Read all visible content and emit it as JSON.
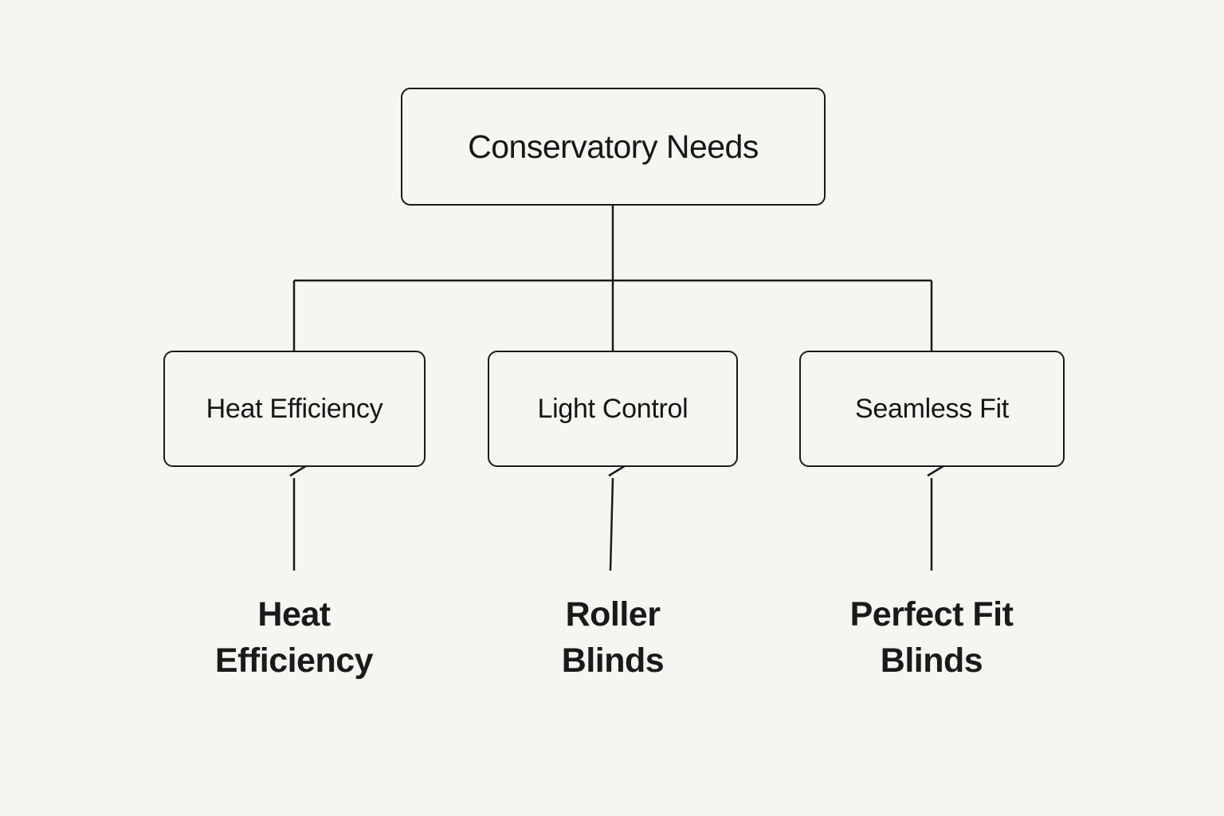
{
  "canvas": {
    "background_color": "#f7f5f2",
    "line_color": "#1b1b1b",
    "text_color": "#161616"
  },
  "diagram": {
    "type": "tree-flowchart",
    "root": {
      "label": "Conservatory Needs"
    },
    "branches": [
      {
        "label": "Heat Efficiency"
      },
      {
        "label": "Light Control"
      },
      {
        "label": "Seamless Fit"
      }
    ],
    "leaves": [
      {
        "line1": "Heat",
        "line2": "Efficiency"
      },
      {
        "line1": "Roller",
        "line2": "Blinds"
      },
      {
        "line1": "Perfect Fit",
        "line2": "Blinds"
      }
    ]
  }
}
